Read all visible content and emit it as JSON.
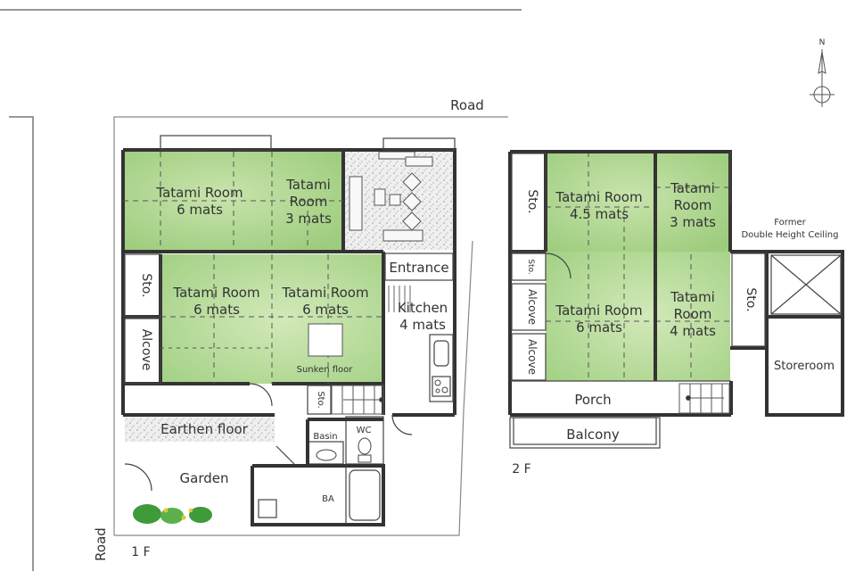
{
  "road_top": "Road",
  "road_left": "Road",
  "compass_n": "N",
  "floor1": {
    "label": "1 F",
    "tatami_a_line1": "Tatami Room",
    "tatami_a_line2": "6 mats",
    "tatami_b_line1": "Tatami",
    "tatami_b_line2": "Room",
    "tatami_b_line3": "3 mats",
    "tatami_c_line1": "Tatami Room",
    "tatami_c_line2": "6 mats",
    "tatami_d_line1": "Tatami Room",
    "tatami_d_line2": "6 mats",
    "storage": "Sto.",
    "storage_small": "Sto.",
    "alcove": "Alcove",
    "entrance": "Entrance",
    "kitchen_line1": "Kitchen",
    "kitchen_line2": "4 mats",
    "sunken_floor": "Sunken floor",
    "earthen_floor": "Earthen floor",
    "garden": "Garden",
    "basin": "Basin",
    "wc": "WC",
    "bath": "BA"
  },
  "floor2": {
    "label": "2 F",
    "tatami_a_line1": "Tatami Room",
    "tatami_a_line2": "4.5 mats",
    "tatami_b_line1": "Tatami",
    "tatami_b_line2": "Room",
    "tatami_b_line3": "3 mats",
    "tatami_c_line1": "Tatami Room",
    "tatami_c_line2": "6 mats",
    "tatami_d_line1": "Tatami",
    "tatami_d_line2": "Room",
    "tatami_d_line3": "4 mats",
    "storage_top": "Sto.",
    "storage_small": "Sto.",
    "storage_right": "Sto.",
    "alcove_1": "Alcove",
    "alcove_2": "Alcove",
    "porch": "Porch",
    "balcony": "Balcony",
    "former_line1": "Former",
    "former_line2": "Double Height Ceiling",
    "storeroom": "Storeroom"
  },
  "colors": {
    "tatami": "#a9d38c",
    "tatami_light": "#cfe7b6",
    "wall": "#333333",
    "gravel": "#e6e6e6",
    "plant": "#3f9a3a"
  }
}
